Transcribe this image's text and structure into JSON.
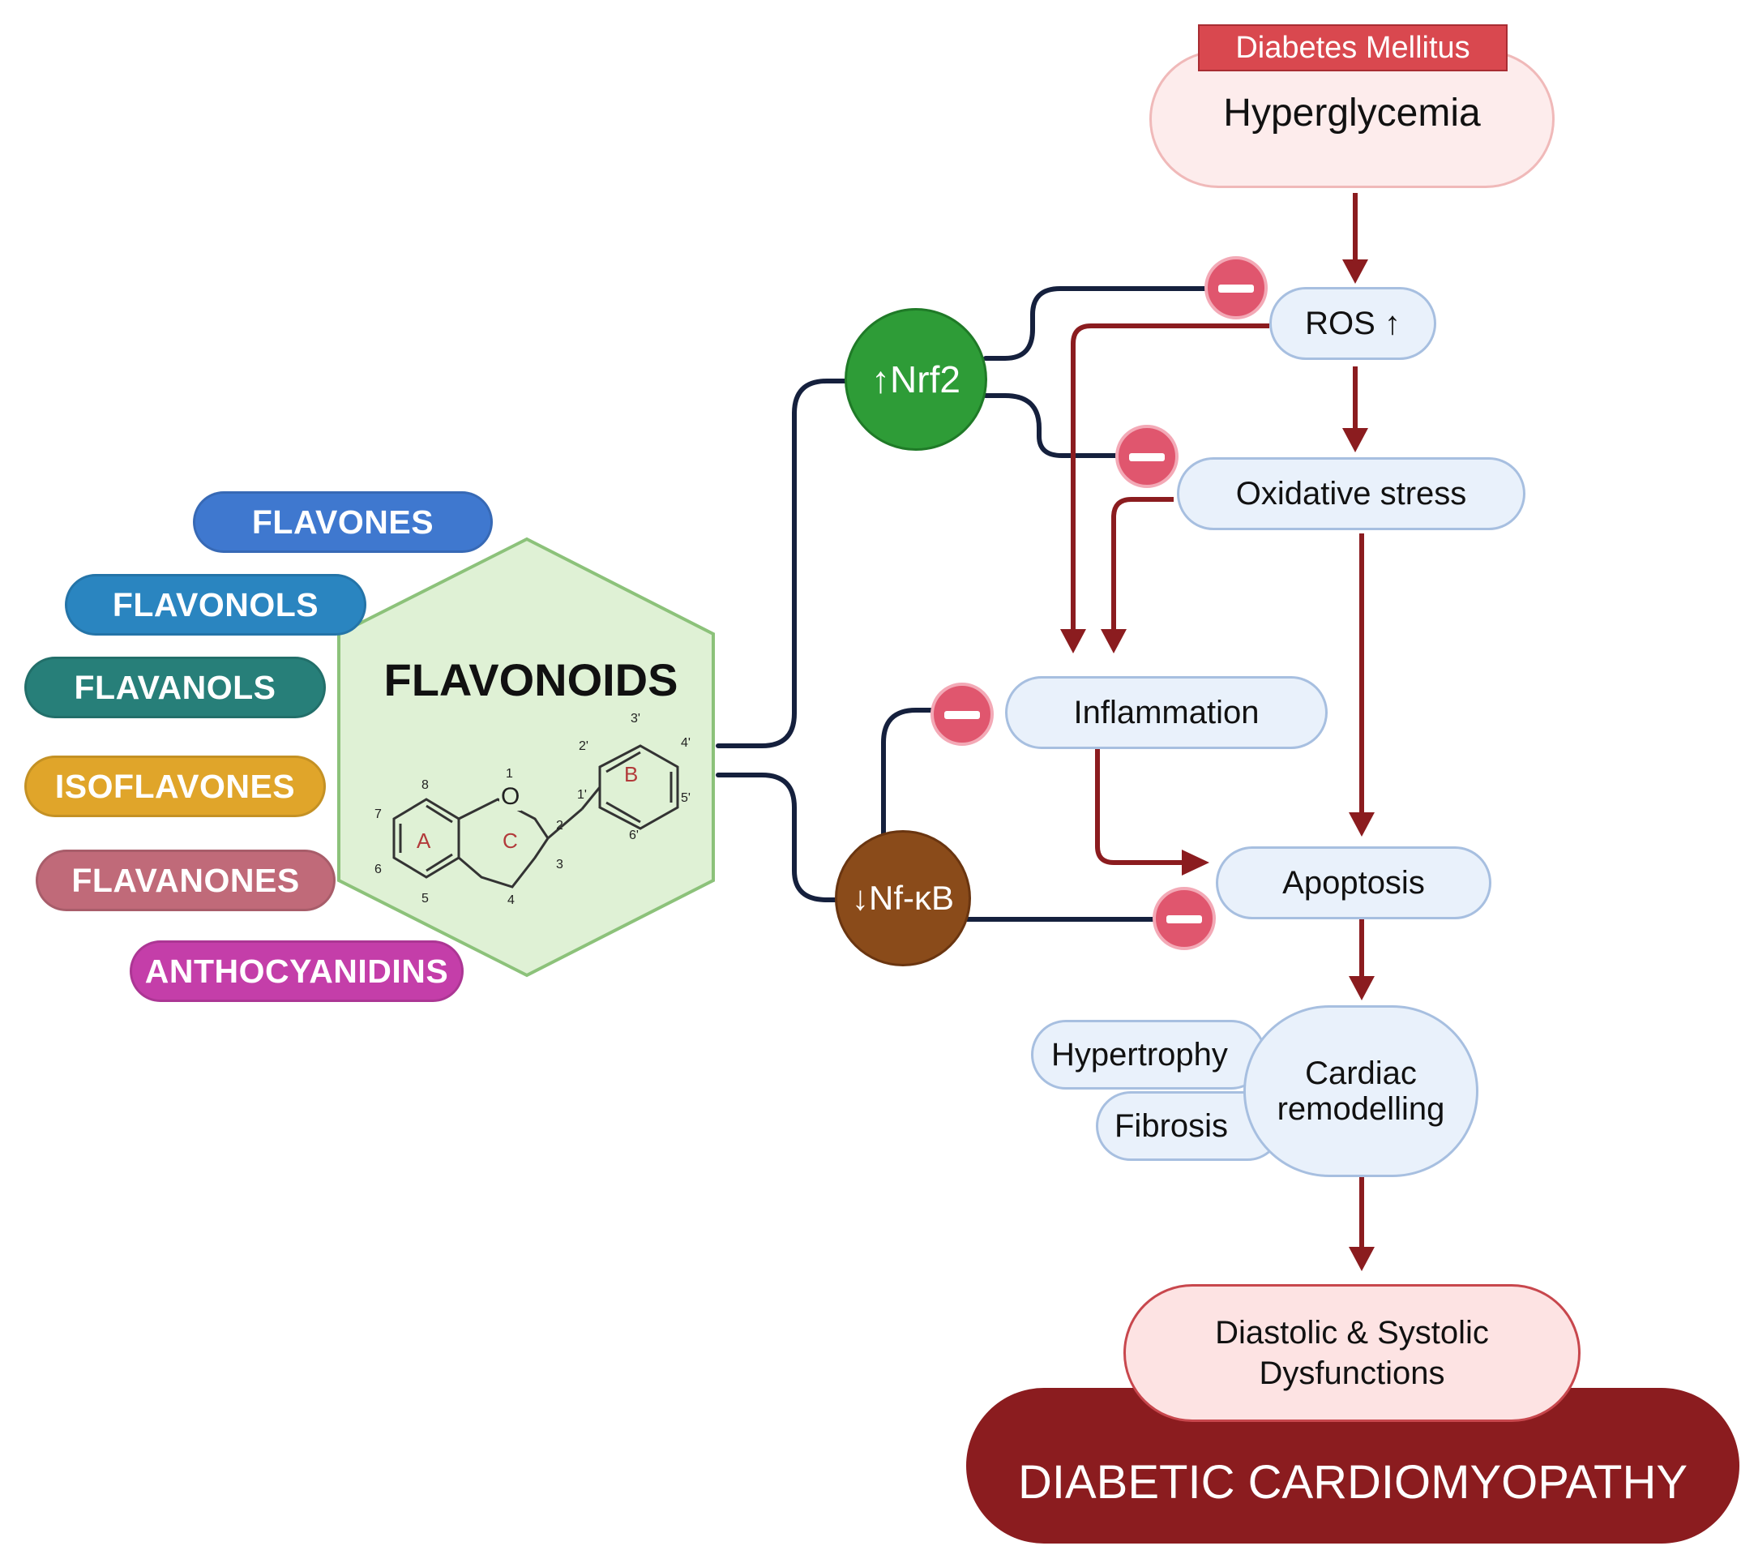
{
  "top": {
    "disease": "Diabetes Mellitus",
    "condition": "Hyperglycemia"
  },
  "classes": [
    "FLAVONES",
    "FLAVONOLS",
    "FLAVANOLS",
    "ISOFLAVONES",
    "FLAVANONES",
    "ANTHOCYANIDINS"
  ],
  "class_colors": [
    "#3f78cf",
    "#2a85c0",
    "#277f79",
    "#e0a52a",
    "#c06a79",
    "#c43ea9"
  ],
  "flavonoids": {
    "title": "FLAVONOIDS",
    "ring_labels": {
      "a": "A",
      "b": "B",
      "c": "C",
      "o": "O"
    },
    "atom_numbers": {
      "n1": "1",
      "n2": "2",
      "n3": "3",
      "n4": "4",
      "n5": "5",
      "n6": "6",
      "n7": "7",
      "n8": "8",
      "n1p": "1'",
      "n2p": "2'",
      "n3p": "3'",
      "n4p": "4'",
      "n5p": "5'",
      "n6p": "6'"
    }
  },
  "mediators": {
    "nrf2": "↑Nrf2",
    "nfkb": "↓Nf-κB"
  },
  "pathway": {
    "ros": "ROS ↑",
    "oxidative_stress": "Oxidative stress",
    "inflammation": "Inflammation",
    "apoptosis": "Apoptosis",
    "hypertrophy": "Hypertrophy",
    "fibrosis": "Fibrosis",
    "cardiac_remodelling": [
      "Cardiac",
      "remodelling"
    ],
    "dysfunctions": [
      "Diastolic & Systolic",
      "Dysfunctions"
    ],
    "outcome": "DIABETIC CARDIOMYOPATHY"
  },
  "colors": {
    "arrow": "#8b1c1f",
    "connector": "#15203d",
    "inhibition": "#e0566e",
    "nrf2": "#2e9c37",
    "nfkb": "#8a4b1a",
    "hexagon_fill": "#dff1d5",
    "hexagon_stroke": "#8cc27a"
  }
}
